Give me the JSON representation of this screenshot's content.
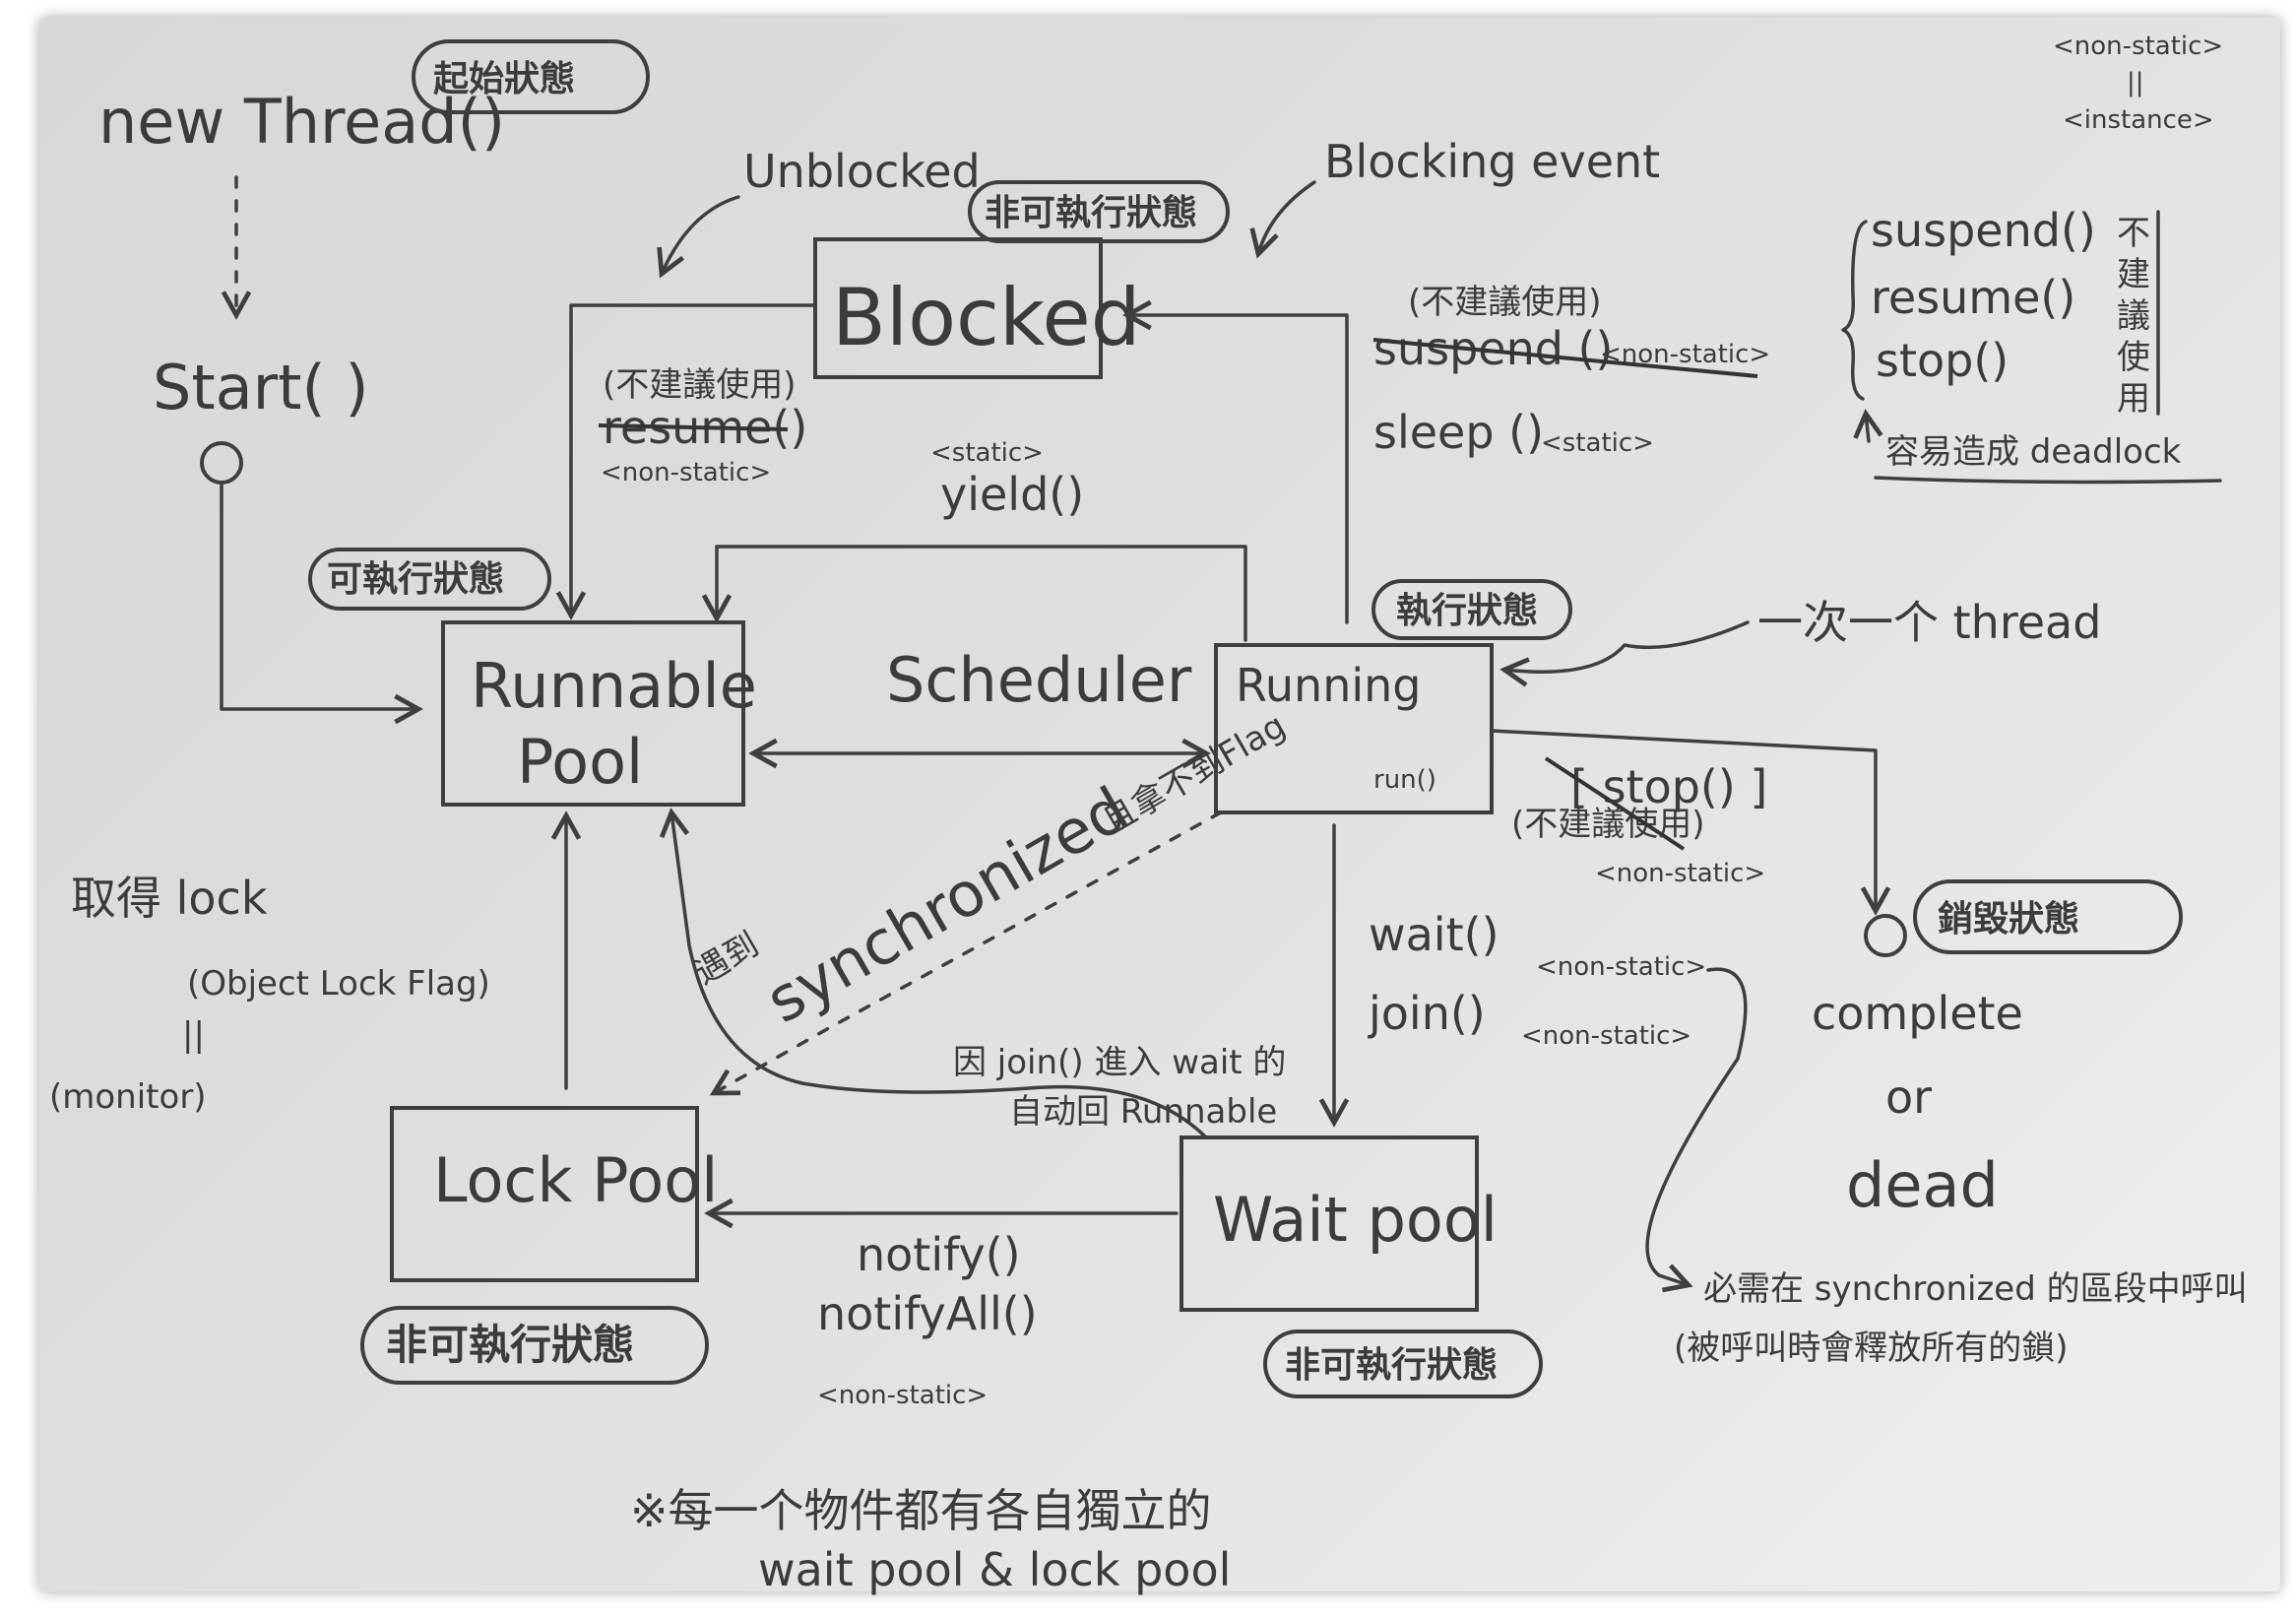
{
  "start": {
    "new_thread": "new Thread()",
    "start_call": "Start( )",
    "start_state": "起始狀態"
  },
  "states": {
    "blocked": {
      "label": "Blocked",
      "state": "非可執行狀態"
    },
    "runnable": {
      "label_line1": "Runnable",
      "label_line2": "Pool",
      "state": "可執行狀態"
    },
    "running": {
      "label": "Running",
      "method": "run()",
      "state": "執行狀態"
    },
    "lock_pool": {
      "label": "Lock Pool",
      "state": "非可執行狀態"
    },
    "wait_pool": {
      "label": "Wait pool",
      "state": "非可執行狀態"
    },
    "dead": {
      "line1": "complete",
      "line2": "or",
      "line3": "dead",
      "state": "銷毀狀態"
    }
  },
  "transitions": {
    "unblocked": "Unblocked",
    "blocking_event": "Blocking event",
    "resume_note": "(不建議使用)",
    "resume": "resume()",
    "resume_tag": "<non-static>",
    "suspend_note": "(不建議使用)",
    "suspend": "suspend ()",
    "suspend_tag": "<non-static>",
    "sleep": "sleep ()",
    "sleep_tag": "<static>",
    "yield_tag": "<static>",
    "yield": "yield()",
    "scheduler": "Scheduler",
    "stop": "[ stop() ]",
    "stop_note": "(不建議使用)",
    "stop_tag": "<non-static>",
    "one_thread": "一次一个 thread",
    "wait": "wait()",
    "wait_tag": "<non-static>",
    "join": "join()",
    "join_tag": "<non-static>",
    "sync_prefix": "遇到",
    "sync": "synchronized",
    "sync_suffix": "且拿不到Flag",
    "join_back_line1": "因 join() 進入 wait 的",
    "join_back_line2": "自动回 Runnable",
    "notify": "notify()",
    "notify_all": "notifyAll()",
    "notify_tag": "<non-static>"
  },
  "lock_note": {
    "line1": "取得 lock",
    "line2": "(Object Lock Flag)",
    "line3": "||",
    "line4": "(monitor)"
  },
  "legend": {
    "non_static": "<non-static>",
    "equals": "||",
    "instance": "<instance>"
  },
  "deprecated": {
    "m1": "suspend()",
    "m2": "resume()",
    "m3": "stop()",
    "vertical_note": [
      "不",
      "建",
      "議",
      "使",
      "用"
    ],
    "deadlock": "容易造成 deadlock"
  },
  "sync_note": {
    "line1": "必需在 synchronized 的區段中呼叫",
    "line2": "(被呼叫時會釋放所有的鎖)"
  },
  "footer": {
    "line1": "※每一个物件都有各自獨立的",
    "line2": "wait pool  &  lock pool"
  },
  "colors": {
    "ink": "#3b3b3b",
    "paper": "#dededc"
  }
}
